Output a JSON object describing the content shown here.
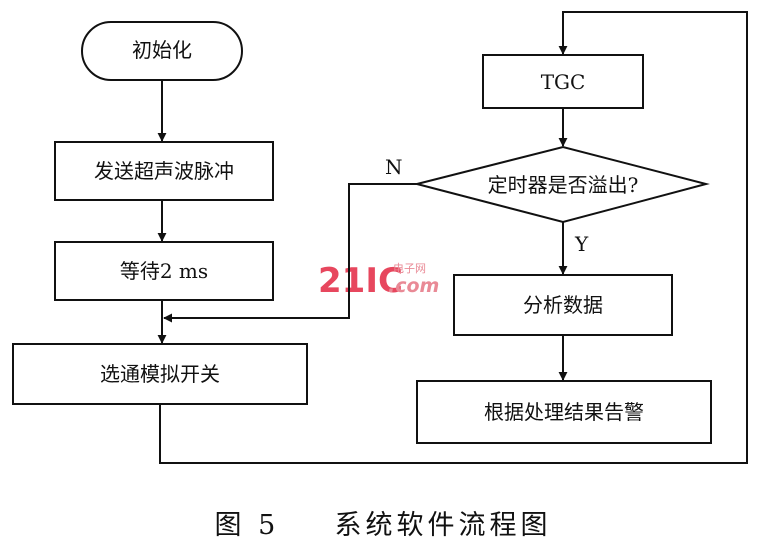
{
  "nodes": {
    "init": "初始化",
    "send_ultrasound": "发送超声波脉冲",
    "wait": "等待2 ms",
    "select_switch": "选通模拟开关",
    "tgc": "TGC",
    "timer_overflow": "定时器是否溢出?",
    "analyze": "分析数据",
    "alarm": "根据处理结果告警"
  },
  "branch_labels": {
    "no": "N",
    "yes": "Y"
  },
  "watermark": {
    "main": "21IC",
    "sub": "电子网",
    "domain": ".com"
  },
  "caption": {
    "figure": "图 5",
    "title": "系统软件流程图"
  }
}
